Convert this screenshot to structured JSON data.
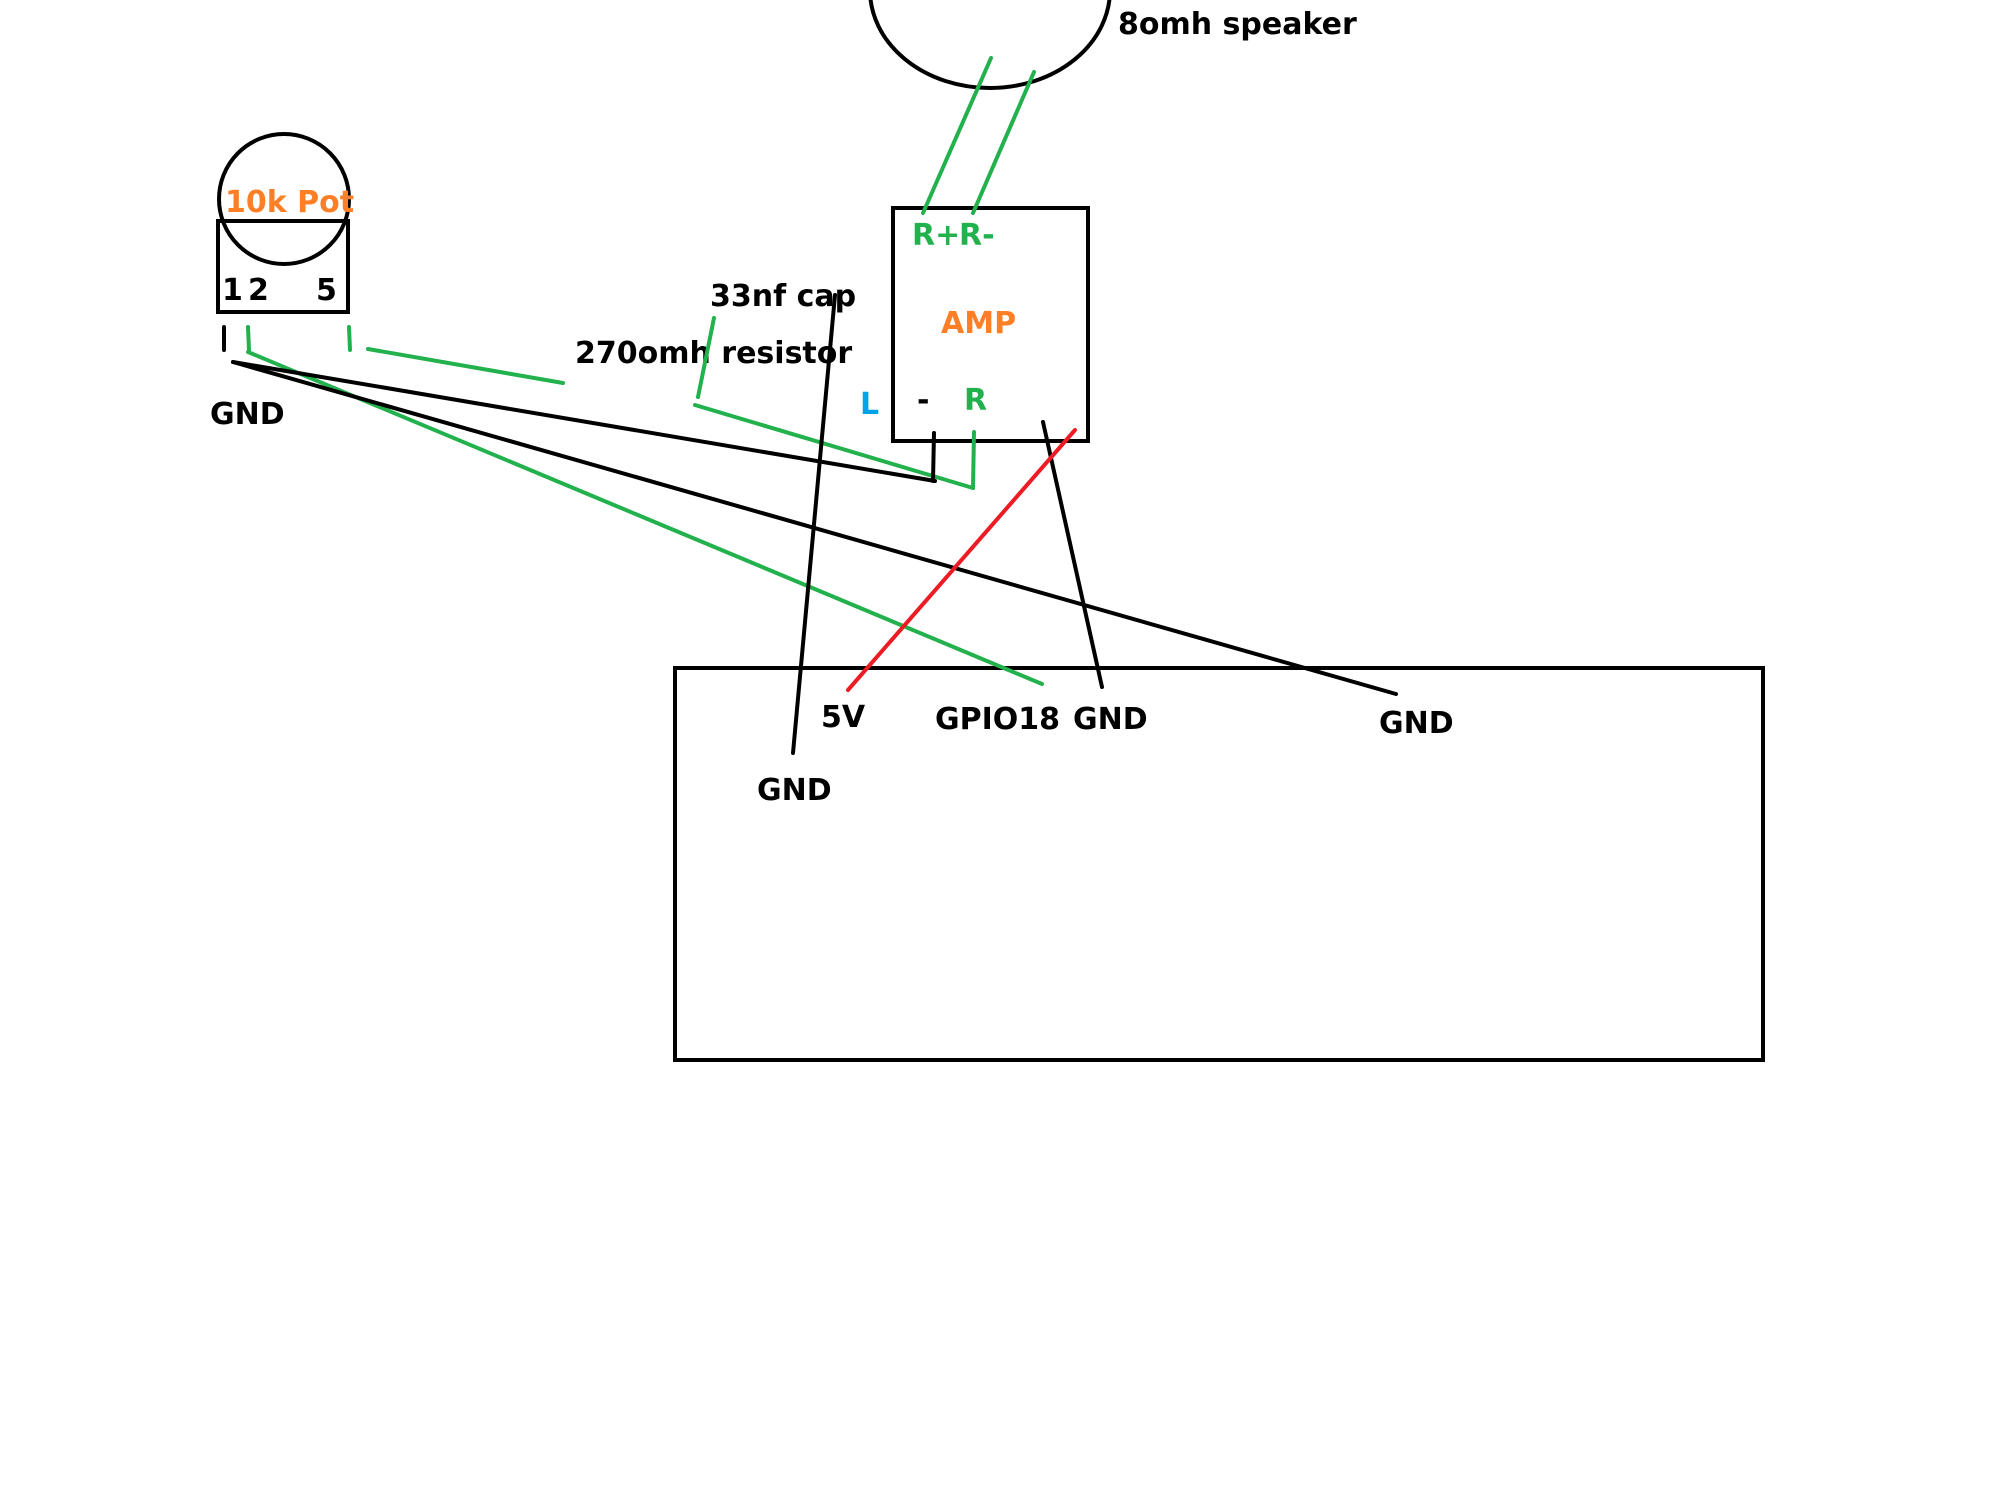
{
  "colors": {
    "black": "#000000",
    "green": "#22b14c",
    "red": "#ed1c24",
    "orange": "#ff7f27",
    "blue": "#00a2e8"
  },
  "speaker": {
    "label": "8omh speaker"
  },
  "pot": {
    "label": "10k Pot",
    "pin1": "1",
    "pin2": "2",
    "pin5": "5",
    "gnd": "GND"
  },
  "amp": {
    "label": "AMP",
    "r_plus": "R+",
    "r_minus": "R-",
    "left": "L",
    "minus": "-",
    "right": "R"
  },
  "parts": {
    "cap": "33nf cap",
    "resistor": "270omh resistor"
  },
  "pi": {
    "pin_5v": "5V",
    "pin_gpio18": "GPIO18",
    "pin_gnd_mid": "GND",
    "pin_gnd_right": "GND",
    "gnd_cap": "GND"
  }
}
